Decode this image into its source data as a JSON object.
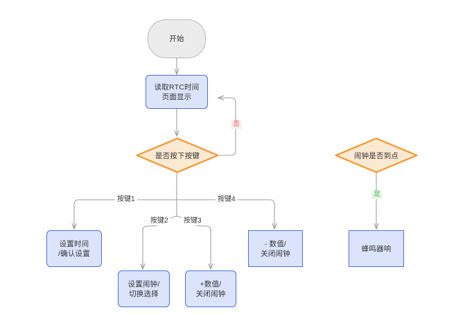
{
  "diagram": {
    "type": "flowchart",
    "title": "",
    "background_color": "#ffffff",
    "palette": {
      "start_fill": "#ececec",
      "start_stroke": "#b9b9b9",
      "process_fill": "#dce4fb",
      "process_stroke": "#4f6ee0",
      "decision_fill": "#fce9d2",
      "decision_stroke": "#f2962c",
      "edge_stroke": "#9e9e9e",
      "label_no_color": "#e8605a",
      "label_yes_color": "#5cb85c",
      "text_color": "#333333"
    },
    "nodes": {
      "start": {
        "label": "开始",
        "shape": "stadium"
      },
      "read_rtc": {
        "line1": "读取RTC时间",
        "line2": "页面显示",
        "shape": "rounded-rect"
      },
      "key_pressed": {
        "label": "是否按下按键",
        "shape": "diamond"
      },
      "set_time": {
        "line1": "设置时间",
        "line2": "/确认设置",
        "shape": "rounded-rect"
      },
      "set_alarm": {
        "line1": "设置闹钟/",
        "line2": "切换选择",
        "shape": "rounded-rect"
      },
      "inc_value": {
        "line1": "+数值/",
        "line2": "关闭闹钟",
        "shape": "rounded-rect"
      },
      "dec_value": {
        "line1": "- 数值/",
        "line2": "关闭闹钟",
        "shape": "square-rect"
      },
      "alarm_due": {
        "label": "闹钟是否到点",
        "shape": "diamond"
      },
      "buzzer": {
        "label": "蜂鸣器响",
        "shape": "square-rect"
      }
    },
    "edge_labels": {
      "no": "否",
      "key1": "按键1",
      "key2": "按键2",
      "key3": "按键3",
      "key4": "按键4",
      "yes": "是"
    },
    "edges": [
      {
        "from": "start",
        "to": "read_rtc",
        "label": ""
      },
      {
        "from": "read_rtc",
        "to": "key_pressed",
        "label": ""
      },
      {
        "from": "key_pressed",
        "to": "read_rtc",
        "label": "否"
      },
      {
        "from": "key_pressed",
        "to": "set_time",
        "label": "按键1"
      },
      {
        "from": "key_pressed",
        "to": "set_alarm",
        "label": "按键2"
      },
      {
        "from": "key_pressed",
        "to": "inc_value",
        "label": "按键3"
      },
      {
        "from": "key_pressed",
        "to": "dec_value",
        "label": "按键4"
      },
      {
        "from": "alarm_due",
        "to": "buzzer",
        "label": "是"
      }
    ]
  }
}
